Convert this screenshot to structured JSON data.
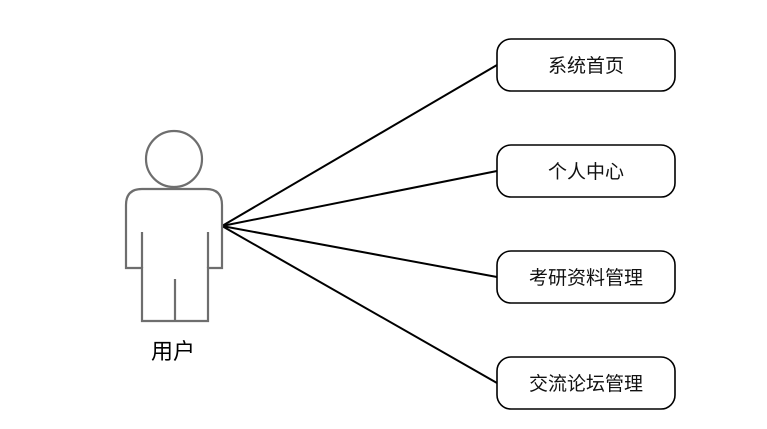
{
  "actor": {
    "label": "用户"
  },
  "use_cases": [
    {
      "label": "系统首页"
    },
    {
      "label": "个人中心"
    },
    {
      "label": "考研资料管理"
    },
    {
      "label": "交流论坛管理"
    }
  ],
  "colors": {
    "actor_outline": "#6e6e6e",
    "lines": "#000000",
    "background": "#ffffff"
  }
}
